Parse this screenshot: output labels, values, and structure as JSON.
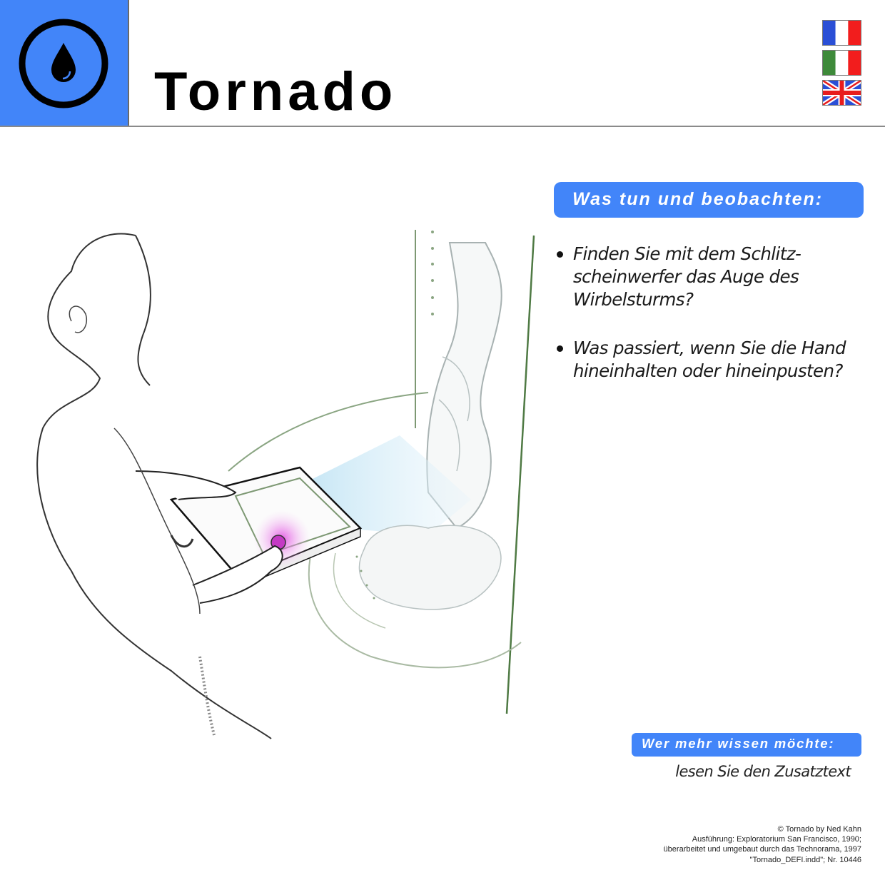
{
  "header": {
    "icon": "water-drop-icon",
    "title": "Tornado",
    "accent_color": "#4285f9",
    "languages": [
      {
        "code": "fr",
        "label": "French",
        "icon": "flag-france-icon"
      },
      {
        "code": "it",
        "label": "Italian",
        "icon": "flag-italy-icon"
      },
      {
        "code": "en",
        "label": "English",
        "icon": "flag-uk-icon"
      }
    ]
  },
  "illustration": {
    "description": "Person pressing button on slit spotlight panel aimed at tornado vortex in a glass cylinder"
  },
  "instructions": {
    "heading": "Was tun und beobachten:",
    "items": [
      "Finden Sie mit dem Schlitz-scheinwerfer das Auge des Wirbelsturms?",
      "Was passiert, wenn Sie die Hand hineinhalten oder hineinpusten?"
    ],
    "items_lines": [
      [
        "Finden Sie mit dem Schlitz-",
        "scheinwerfer das Auge des",
        "Wirbelsturms?"
      ],
      [
        "Was passiert, wenn Sie die Hand",
        "hineinhalten oder hineinpusten?"
      ]
    ]
  },
  "more_info": {
    "heading": "Wer mehr wissen möchte:",
    "text": "lesen Sie den Zusatztext"
  },
  "credits": {
    "lines": [
      "© Tornado by Ned Kahn",
      "Ausführung: Exploratorium San Francisco, 1990;",
      "überarbeitet und umgebaut durch das Technorama, 1997",
      "\"Tornado_DEFI.indd\"; Nr. 10446"
    ]
  }
}
